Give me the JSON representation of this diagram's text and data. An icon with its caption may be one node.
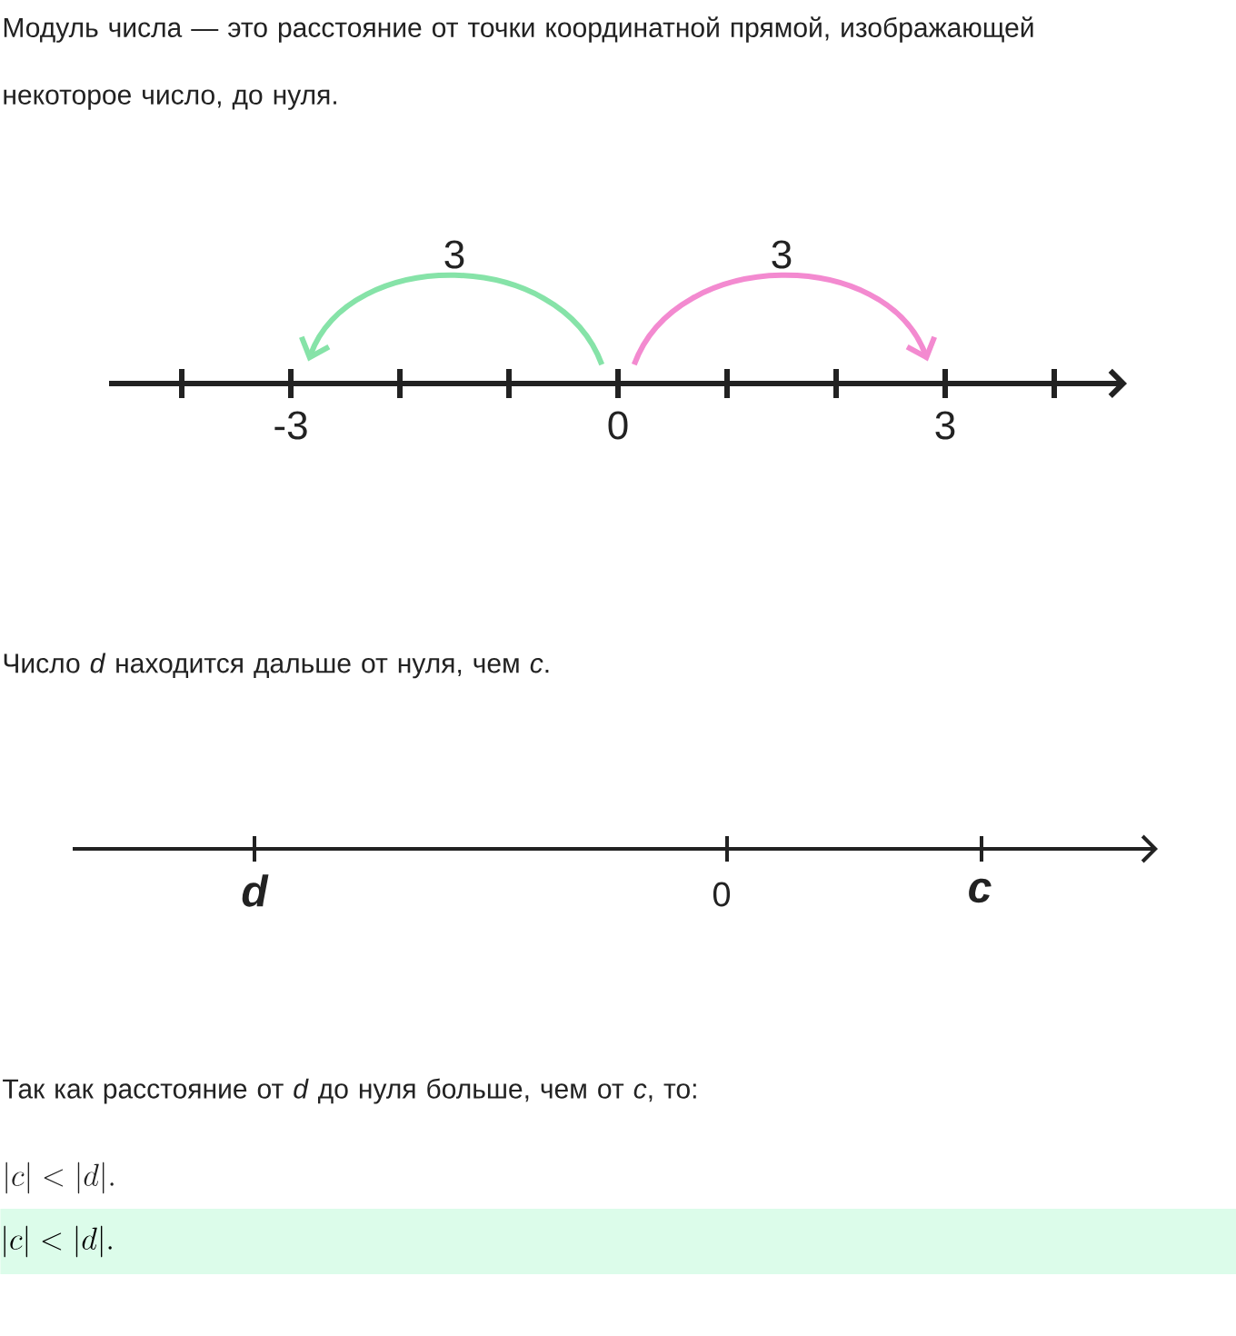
{
  "diagram": {
    "nodes": [
      {
        "text": [
          "-3"
        ]
      },
      {
        "text": [
          "0"
        ]
      },
      {
        "text": [
          "3"
        ]
      },
      {
        "text": [
          "|c| < |d|."
        ]
      }
    ],
    "edges": [
      {
        "from": 1,
        "to": 0,
        "arrow": "to",
        "label": "3",
        "color": "#86e3a8"
      },
      {
        "from": 1,
        "to": 2,
        "arrow": "to",
        "label": "3",
        "color": "#f38ad0"
      }
    ],
    "labels": [
      "Модуль числа — это расстояние от точки координатной прямой, изображающей некоторое число, до нуля.",
      "Число *d* находится дальше от нуля, чем *c*.",
      "d",
      "0",
      "c",
      "Так как расстояние от *d* до нуля больше, чем от *c*, то:",
      "|c| < |d|."
    ]
  }
}
